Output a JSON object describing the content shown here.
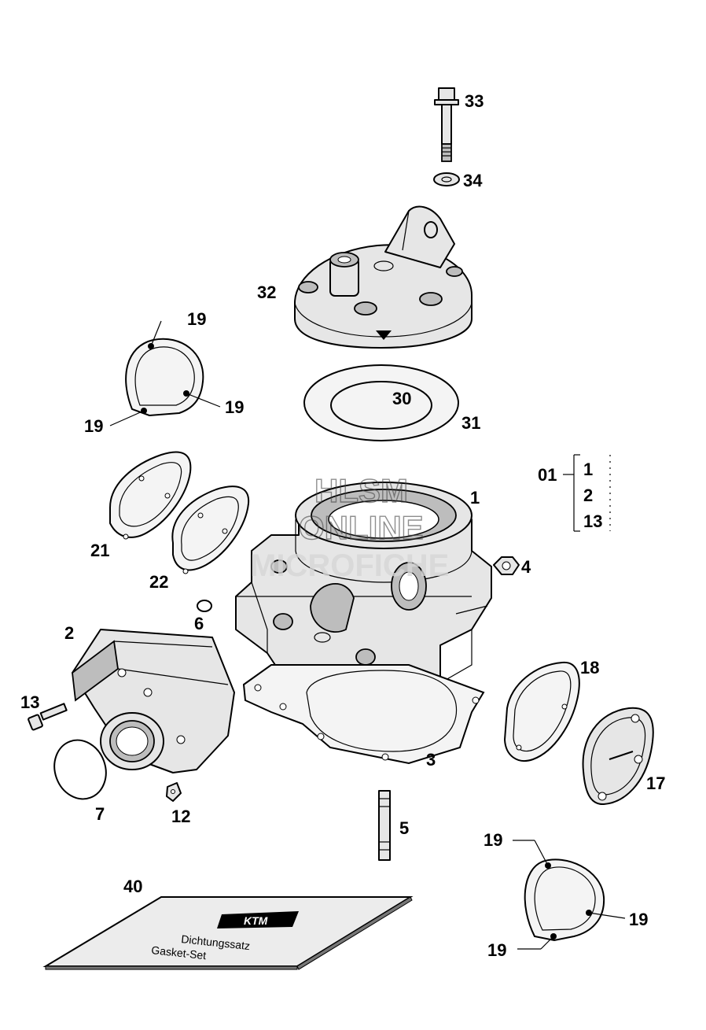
{
  "watermark": {
    "line1": "HLSM",
    "line2": "ONLINE",
    "line3": "MICROFICHE"
  },
  "labels": {
    "p33": "33",
    "p34": "34",
    "p32": "32",
    "p30": "30",
    "p31": "31",
    "p19_a": "19",
    "p19_b": "19",
    "p19_c": "19",
    "p21": "21",
    "p22": "22",
    "p6": "6",
    "p1": "1",
    "p4": "4",
    "p2": "2",
    "p13": "13",
    "p7": "7",
    "p12": "12",
    "p3": "3",
    "p5": "5",
    "p18": "18",
    "p17": "17",
    "p40": "40",
    "p19_d": "19",
    "p19_e": "19",
    "p19_f": "19",
    "kit_main": "01",
    "kit_items": [
      "1",
      "2",
      "13"
    ]
  },
  "gasket_set": {
    "brand": "KTM",
    "line1": "Dichtungssatz",
    "line2": "Gasket-Set"
  }
}
